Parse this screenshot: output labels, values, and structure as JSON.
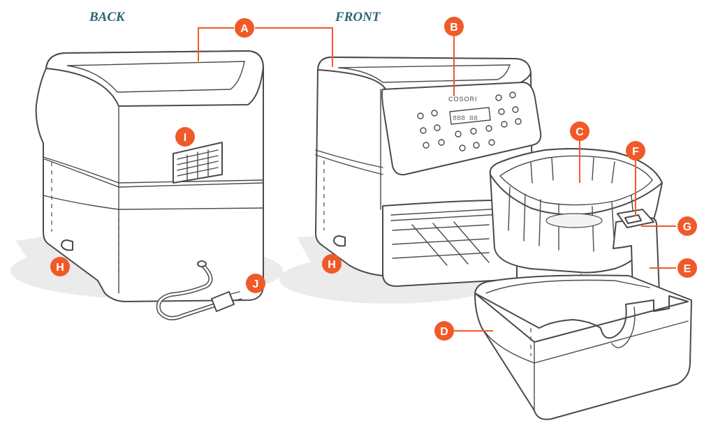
{
  "titles": {
    "back": "BACK",
    "front": "FRONT"
  },
  "brand": "COSORI",
  "display_text": "888 88",
  "labels": [
    {
      "id": "A",
      "letter": "A"
    },
    {
      "id": "B",
      "letter": "B"
    },
    {
      "id": "C",
      "letter": "C"
    },
    {
      "id": "D",
      "letter": "D"
    },
    {
      "id": "E",
      "letter": "E"
    },
    {
      "id": "F",
      "letter": "F"
    },
    {
      "id": "G",
      "letter": "G"
    },
    {
      "id": "H1",
      "letter": "H"
    },
    {
      "id": "H2",
      "letter": "H"
    },
    {
      "id": "I",
      "letter": "I"
    },
    {
      "id": "J",
      "letter": "J"
    }
  ],
  "colors": {
    "accent": "#f05a28",
    "title": "#2a6470",
    "line": "#4a4a4a",
    "shadow": "#ebebeb"
  }
}
